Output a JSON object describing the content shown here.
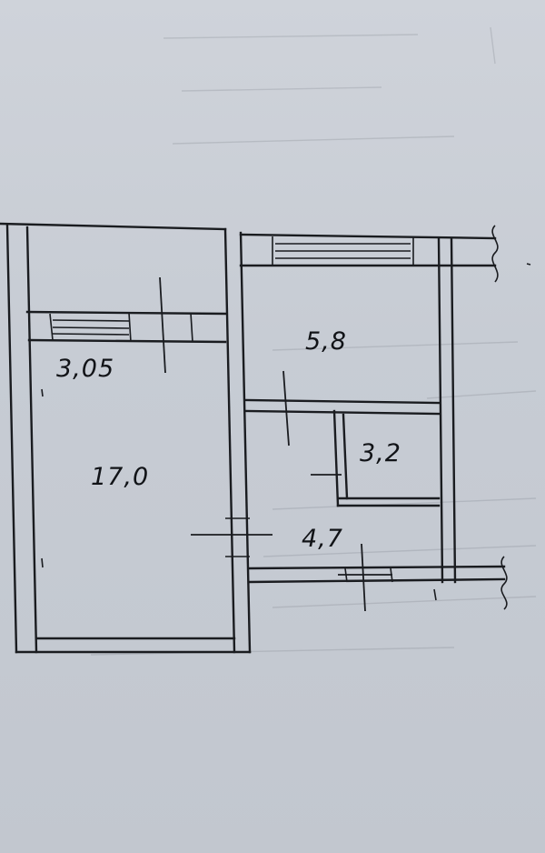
{
  "floor_plan": {
    "rooms": [
      {
        "id": "room-main",
        "area": "17,0"
      },
      {
        "id": "room-kitchen",
        "area": "5,8"
      },
      {
        "id": "room-bath",
        "area": "3,2"
      },
      {
        "id": "room-hall",
        "area": "4,7"
      }
    ],
    "dimensions": {
      "window_width": "3,05"
    }
  },
  "colors": {
    "paper": "#c9ced6",
    "ink": "#1a1c20"
  }
}
